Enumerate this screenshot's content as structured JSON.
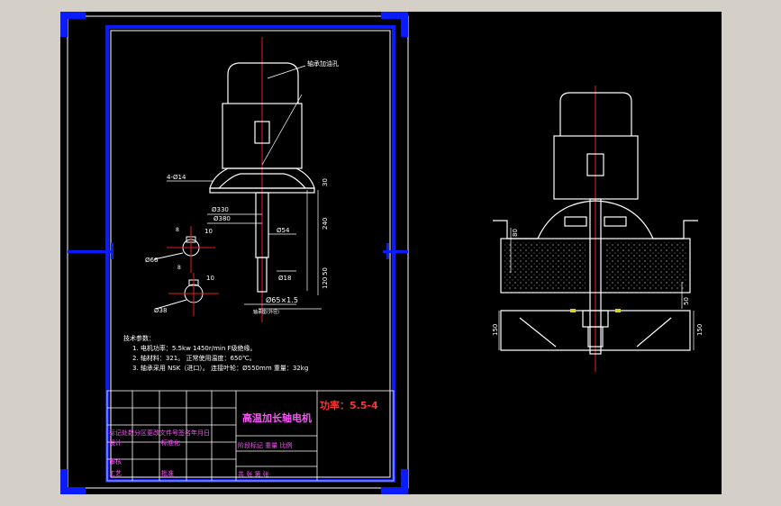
{
  "drawing": {
    "title": "高温加长轴电机",
    "power": "功率：5.5-4",
    "hole_callout": "轴承加油孔",
    "dims": {
      "d1": "4-Ø14",
      "d2": "Ø330",
      "d3": "Ø380",
      "d4": "Ø54",
      "d5": "Ø66",
      "d6": "Ø38",
      "d7": "Ø18",
      "d8": "Ø65×1.5",
      "v1": "240",
      "v2": "50",
      "v3": "120",
      "v4": "30",
      "k1": "10",
      "k2": "10",
      "k3": "8",
      "k4": "8",
      "note_small": "轴承座(外径)",
      "right_v1": "150",
      "right_v2": "150",
      "right_v3": "50",
      "right_v4": "80"
    },
    "tech_notes": {
      "heading": "技术参数：",
      "line1": "1. 电机功率：5.5kw   1450r/min  F级绝缘。",
      "line2": "2. 轴材料：321。  正常使用温度：650℃。",
      "line3": "3. 轴承采用 NSK（进口）。 连接叶轮：Ø550mm   重量：32kg"
    },
    "title_block": {
      "r1": "标记处数分区更改文件号签名年月日",
      "r2a": "设计",
      "r2b": "标准化",
      "r3": "阶段标记 重量 比例",
      "r4a": "审核",
      "r4b": "工艺",
      "r4c": "批准",
      "r5": "共  张 第  张"
    }
  }
}
